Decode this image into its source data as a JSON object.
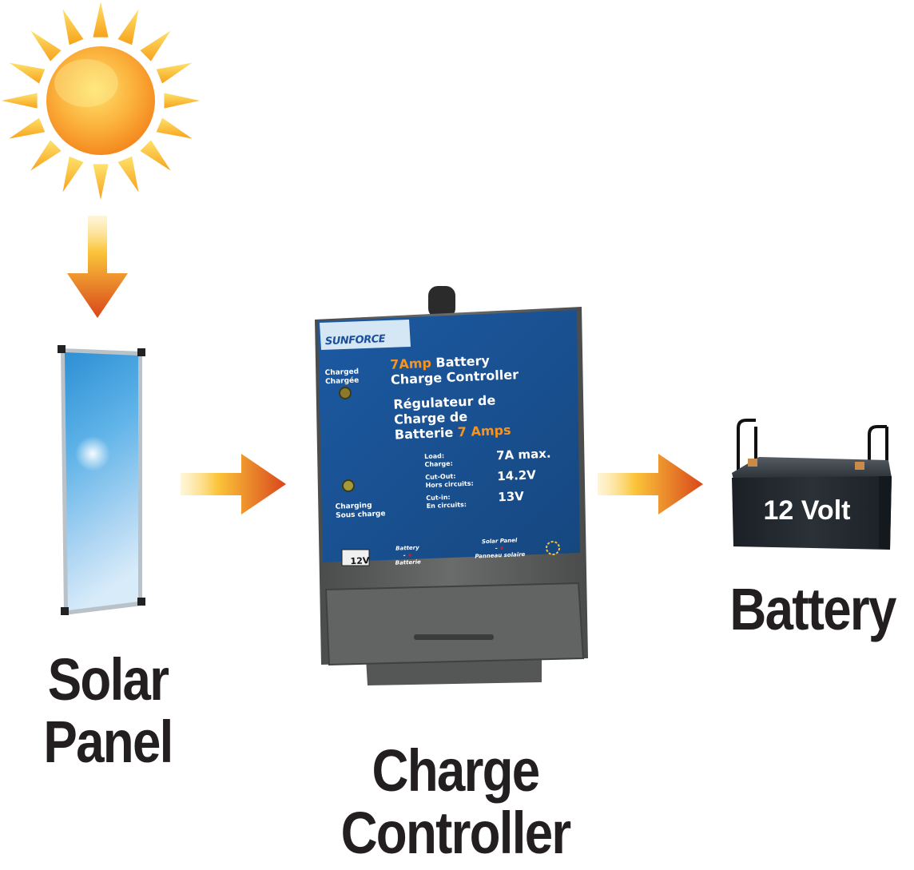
{
  "labels": {
    "solar_panel_line1": "Solar",
    "solar_panel_line2": "Panel",
    "controller_line1": "Charge",
    "controller_line2": "Controller",
    "battery": "Battery"
  },
  "controller_device": {
    "brand": "SUNFORCE",
    "title_line1_highlight": "7Amp",
    "title_line1_rest": " Battery",
    "title_line2": "Charge Controller",
    "fr_line1": "Régulateur de",
    "fr_line2": "Charge de",
    "fr_line3_rest": "Batterie ",
    "fr_line3_highlight": "7 Amps",
    "led_charged_en": "Charged",
    "led_charged_fr": "Chargée",
    "led_charging_en": "Charging",
    "led_charging_fr": "Sous charge",
    "spec_load_label1": "Load:",
    "spec_load_label2": "Charge:",
    "spec_load_value": "7A max.",
    "spec_cutout_label1": "Cut-Out:",
    "spec_cutout_label2": "Hors circuits:",
    "spec_cutout_value": "14.2V",
    "spec_cutin_label1": "Cut-in:",
    "spec_cutin_label2": "En circuits:",
    "spec_cutin_value": "13V",
    "voltage_tag": "12V",
    "battery_en": "Battery",
    "battery_fr": "Batterie",
    "solar_en": "Solar Panel",
    "solar_fr": "Panneau solaire"
  },
  "battery_device": {
    "label": "12 Volt"
  },
  "colors": {
    "arrow_start": "#fdd33a",
    "arrow_end": "#d8461b",
    "sun_outer": "#f5a623",
    "sun_inner": "#fde26c",
    "panel_blue": "#3fa1dc",
    "controller_blue": "#1e5799",
    "controller_gray": "#5b5d5c",
    "highlight_orange": "#f7931e",
    "battery_body": "#1f262c",
    "label_dark": "#231f20"
  }
}
